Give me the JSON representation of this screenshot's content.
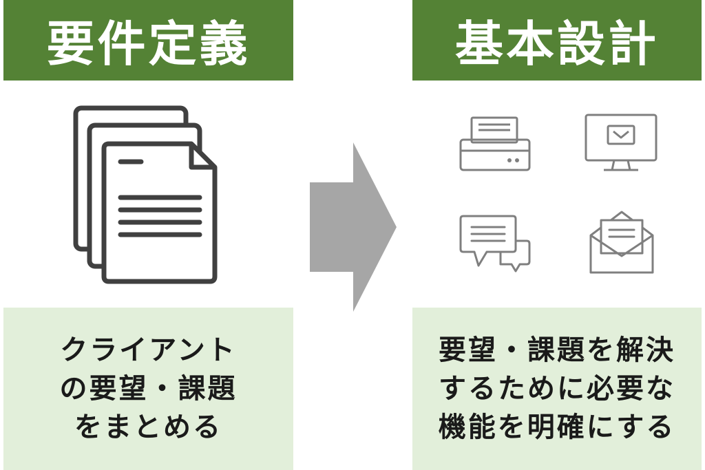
{
  "left": {
    "title": "要件定義",
    "description_lines": [
      "クライアント",
      "の要望・課題",
      "をまとめる"
    ],
    "icon": "documents-icon"
  },
  "right": {
    "title": "基本設計",
    "description_lines": [
      "要望・課題を解決",
      "するために必要な",
      "機能を明確にする"
    ],
    "icons": [
      "printer-icon",
      "monitor-icon",
      "chat-icon",
      "mail-icon"
    ]
  },
  "arrow": {
    "icon": "arrow-right-icon"
  },
  "colors": {
    "header_bg": "#548235",
    "header_text": "#ffffff",
    "desc_bg": "#e2efda",
    "arrow": "#a6a6a6",
    "icon_stroke": "#404040",
    "device_stroke": "#7f7f7f"
  }
}
